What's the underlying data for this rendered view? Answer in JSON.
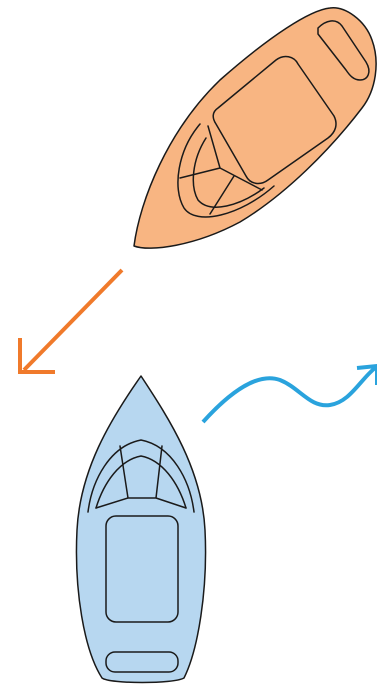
{
  "scene": {
    "elements": [
      {
        "name": "orange-boat",
        "icon": "motorboat-icon",
        "color": "#F8B582",
        "outline": "#1a1a1a"
      },
      {
        "name": "orange-arrow",
        "icon": "arrow-down-left-icon",
        "color": "#F07A2B"
      },
      {
        "name": "blue-boat",
        "icon": "motorboat-icon",
        "color": "#B7D7F0",
        "outline": "#1a1a1a"
      },
      {
        "name": "blue-wave-arrow",
        "icon": "wavy-arrow-right-icon",
        "color": "#2AA3DD"
      }
    ]
  }
}
